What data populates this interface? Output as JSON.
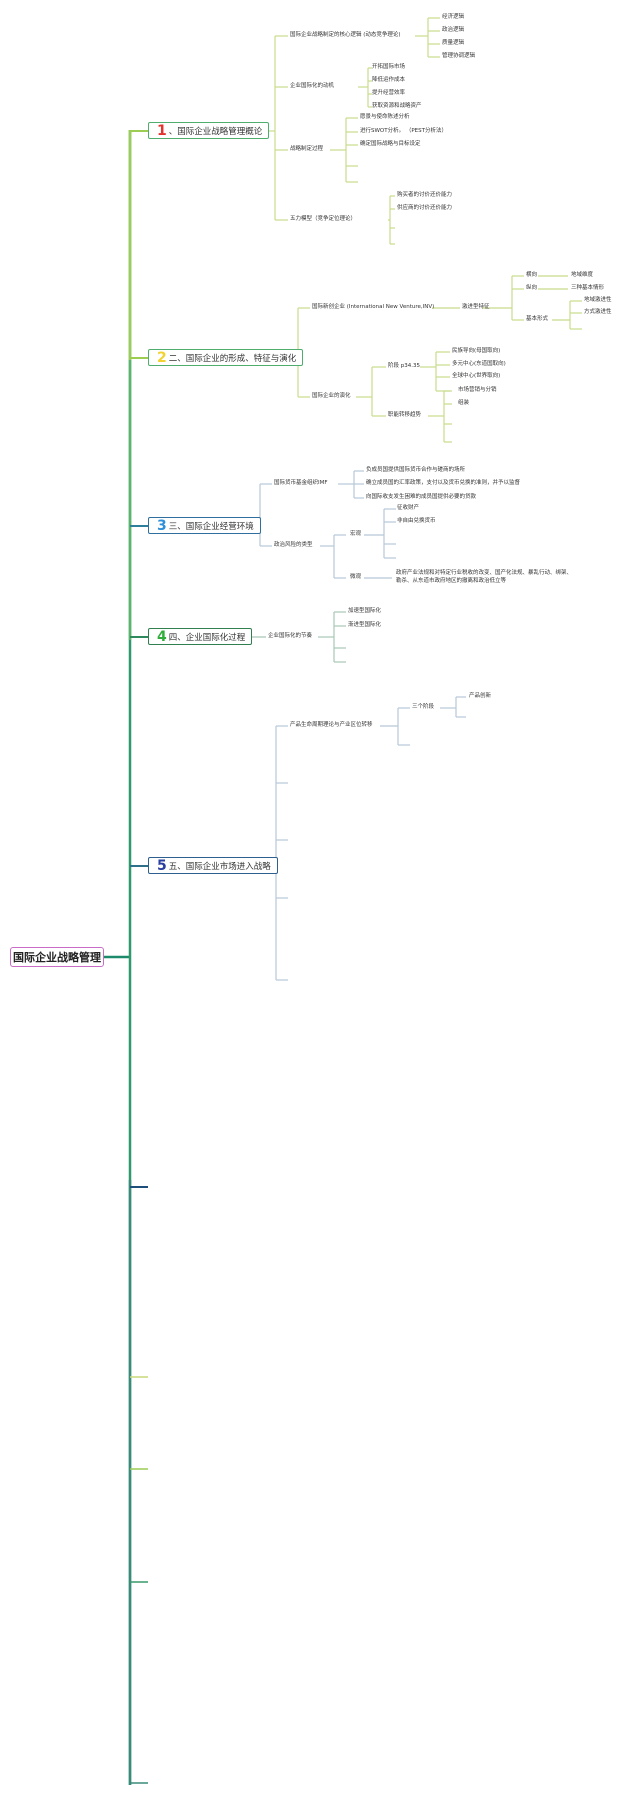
{
  "root": {
    "label": "国际企业战略管理"
  },
  "sections": [
    {
      "num": "1",
      "label": "、国际企业战略管理概论",
      "num_color": "#e3342f",
      "border": "#4fae6e"
    },
    {
      "num": "2",
      "label": "二、国际企业的形成、特征与演化",
      "num_color": "#f2d230",
      "border": "#4fae6e"
    },
    {
      "num": "3",
      "label": "三、国际企业经营环境",
      "num_color": "#2f8fd8",
      "border": "#2f6f9f"
    },
    {
      "num": "4",
      "label": "四、企业国际化过程",
      "num_color": "#2fae3a",
      "border": "#2f7f4f"
    },
    {
      "num": "5",
      "label": "五、国际企业市场进入战略",
      "num_color": "#2a3f9f",
      "border": "#2f5f8f"
    }
  ],
  "s1": {
    "logic": "国际企业战略制定的核心逻辑 (动态竞争理论)",
    "logic_items": [
      "经济逻辑",
      "政治逻辑",
      "质量逻辑",
      "管理协调逻辑"
    ],
    "motive": "企业国际化的动机",
    "motive_items": [
      "开拓国际市场",
      "降低运作成本",
      "提升经营效率",
      "获取资源和战略资产"
    ],
    "process": "战略制定过程",
    "process_items": [
      "愿景与使命陈述分析",
      "进行SWOT分析。  （PEST分析法）",
      "确定国际战略与目标设定"
    ],
    "five": "五力模型（竞争定位理论）",
    "five_items": [
      "购买者的讨价还价能力",
      "供应商的讨价还价能力"
    ]
  },
  "s2": {
    "inv": "国际新创企业 (International New Venture,INV)",
    "inv_feature": "激进型特征",
    "dirs": [
      "横向",
      "纵向",
      "基本形式"
    ],
    "dir_items": [
      "地域维度",
      "三种基本情形"
    ],
    "forms": [
      "地域激进性",
      "方式激进性"
    ],
    "evolve": "国际企业的演化",
    "stage": "阶段 p34.35",
    "stage_items": [
      "民族导向(母国取向)",
      "多元中心(东道国取向)",
      "全球中心(世界取向)"
    ],
    "trend": "职能转移趋势",
    "trend_items": [
      "市场营销与分销",
      "组装"
    ]
  },
  "s3": {
    "imf": "国际货币基金组织IMF",
    "imf_items": [
      "负成员国提供国际货币合作与磋商的场所",
      "确立成员国的汇率政策，支付以及货币兑换的准则，并予以监督",
      "向国际收支发生困难的成员国提供必要的贷款"
    ],
    "risk": "政治风险的类型",
    "macro": "宏观",
    "macro_items": [
      "征收财产",
      "非自由兑换货币"
    ],
    "micro": "微观",
    "micro_item": "政府产业法规和对特定行业税收的改变、国产化法规、暴乱行动、绑架、勒杀、从东道市政府地区的撤离和政治低立等"
  },
  "s4": {
    "rhythm": "企业国际化的节奏",
    "items": [
      "加速型国际化",
      "渐进型国际化"
    ]
  },
  "s5": {
    "plc": "产品生命周期理论与产业区位转移",
    "three": "三个阶段",
    "stage1": "产品创新"
  }
}
